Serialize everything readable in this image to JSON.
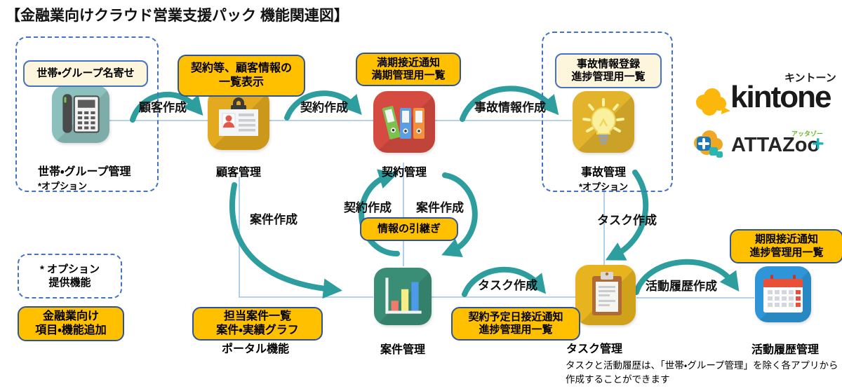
{
  "title": "【金融業向けクラウド営業支援パック 機能関連図】",
  "colors": {
    "arrow_teal": "#2D9D9D",
    "connector_blue": "#9DC3E6",
    "dashed_border_blue": "#4472C4",
    "gold_fill": "#FFC000",
    "gold_border": "#2F5496",
    "cream_fill": "#FDF5DC",
    "icon_household": "#8CC0BC",
    "icon_customer": "#E3A91F",
    "icon_contract": "#D64B41",
    "icon_accident": "#E3B32B",
    "icon_deal": "#3A8E76",
    "icon_task": "#E7B41F",
    "icon_activity": "#2E96D8",
    "kintone_yellow": "#FBB70C",
    "attazoo_orange": "#F0A722",
    "attazoo_teal": "#18B2B8",
    "attazoo_green": "#6CB52D"
  },
  "icons": {
    "household": "phone-icon",
    "customer": "id-card-icon",
    "contract": "binders-icon",
    "accident": "lightbulb-icon",
    "deal": "bar-chart-icon",
    "task": "clipboard-icon",
    "activity": "calendar-icon"
  },
  "apps": {
    "household": {
      "name": "世帯・グループ管理",
      "option_note": "*オプション",
      "feature_label": "世帯・グループ名寄せ"
    },
    "customer": {
      "name": "顧客管理",
      "feature_label": "契約等、顧客情報の\n一覧表示"
    },
    "contract": {
      "name": "契約管理",
      "feature_label": "満期接近通知\n満期管理用一覧"
    },
    "accident": {
      "name": "事故管理",
      "option_note": "*オプション",
      "feature_label": "事故情報登録\n進捗管理用一覧"
    },
    "portal": {
      "name": "ポータル機能",
      "feature_label": "担当案件一覧\n案件・実績グラフ"
    },
    "deal": {
      "name": "案件管理"
    },
    "task": {
      "name": "タスク管理",
      "feature_label": "契約予定日接近通知\n進捗管理用一覧"
    },
    "activity": {
      "name": "活動履歴管理",
      "feature_label": "期限接近通知\n進捗管理用一覧"
    }
  },
  "arrows": {
    "create_customer": "顧客作成",
    "create_contract": "契約作成",
    "create_accident_info": "事故情報作成",
    "create_deal": "案件作成",
    "handover": "情報の引継ぎ",
    "cycle_contract": "契約作成",
    "cycle_deal": "案件作成",
    "create_task_from_deal": "タスク作成",
    "create_task_from_accident": "タスク作成",
    "create_activity": "活動履歴作成"
  },
  "legend": {
    "option_box": "* オプション\n提供機能",
    "finance_box": "金融業向け\n項目・機能追加"
  },
  "logos": {
    "kintone": "kintone",
    "kintone_kana": "キントーン",
    "attazoo": "ATTAZoo",
    "attazoo_plus": "+",
    "attazoo_kana": "アッタゾー"
  },
  "footnote": "タスクと活動履歴は、「世帯・グループ管理」を除く各アプリから\n作成することができます"
}
